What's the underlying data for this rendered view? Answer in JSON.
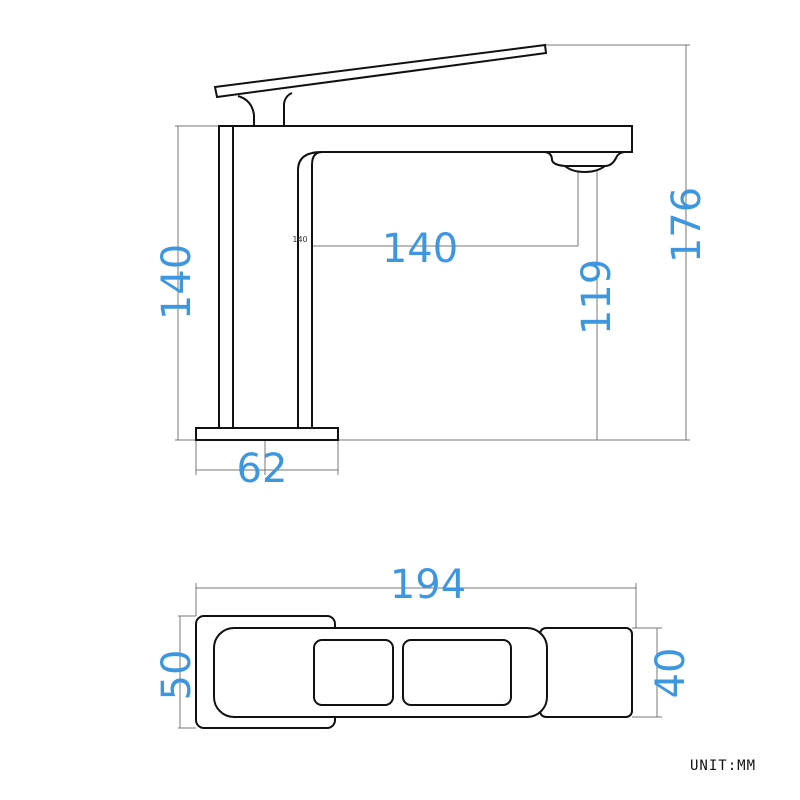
{
  "dimensions": {
    "body_height": "140",
    "spout_reach": "140",
    "spout_clearance": "119",
    "total_height": "176",
    "base_diameter": "62",
    "total_length": "194",
    "base_width": "50",
    "spout_width": "40"
  },
  "unit_label": "UNIT:MM",
  "colors": {
    "dimension_text": "#3d97e0",
    "outline": "#111111"
  }
}
